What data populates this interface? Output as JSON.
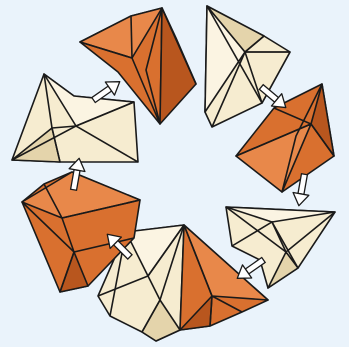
{
  "colors": {
    "background": "#eaf3fb",
    "orange": "#d9702f",
    "orange_light": "#e8884a",
    "orange_dark": "#b8561e",
    "cream": "#f6ecd0",
    "cream_light": "#fbf4e2",
    "cream_dark": "#e4d4ab",
    "outline": "#1a1a1a",
    "arrow_fill": "#ffffff"
  },
  "diagram": {
    "pieces": [
      {
        "name": "top-left-orange-piece",
        "color": "orange"
      },
      {
        "name": "top-right-cream-piece",
        "color": "cream"
      },
      {
        "name": "right-orange-piece",
        "color": "orange"
      },
      {
        "name": "bottom-right-cream-piece",
        "color": "cream"
      },
      {
        "name": "bottom-double-piece",
        "color": "orange and cream"
      },
      {
        "name": "left-orange-piece",
        "color": "orange"
      },
      {
        "name": "upper-left-cream-piece",
        "color": "cream"
      }
    ],
    "arrow_icon": "double-outline-arrow"
  }
}
